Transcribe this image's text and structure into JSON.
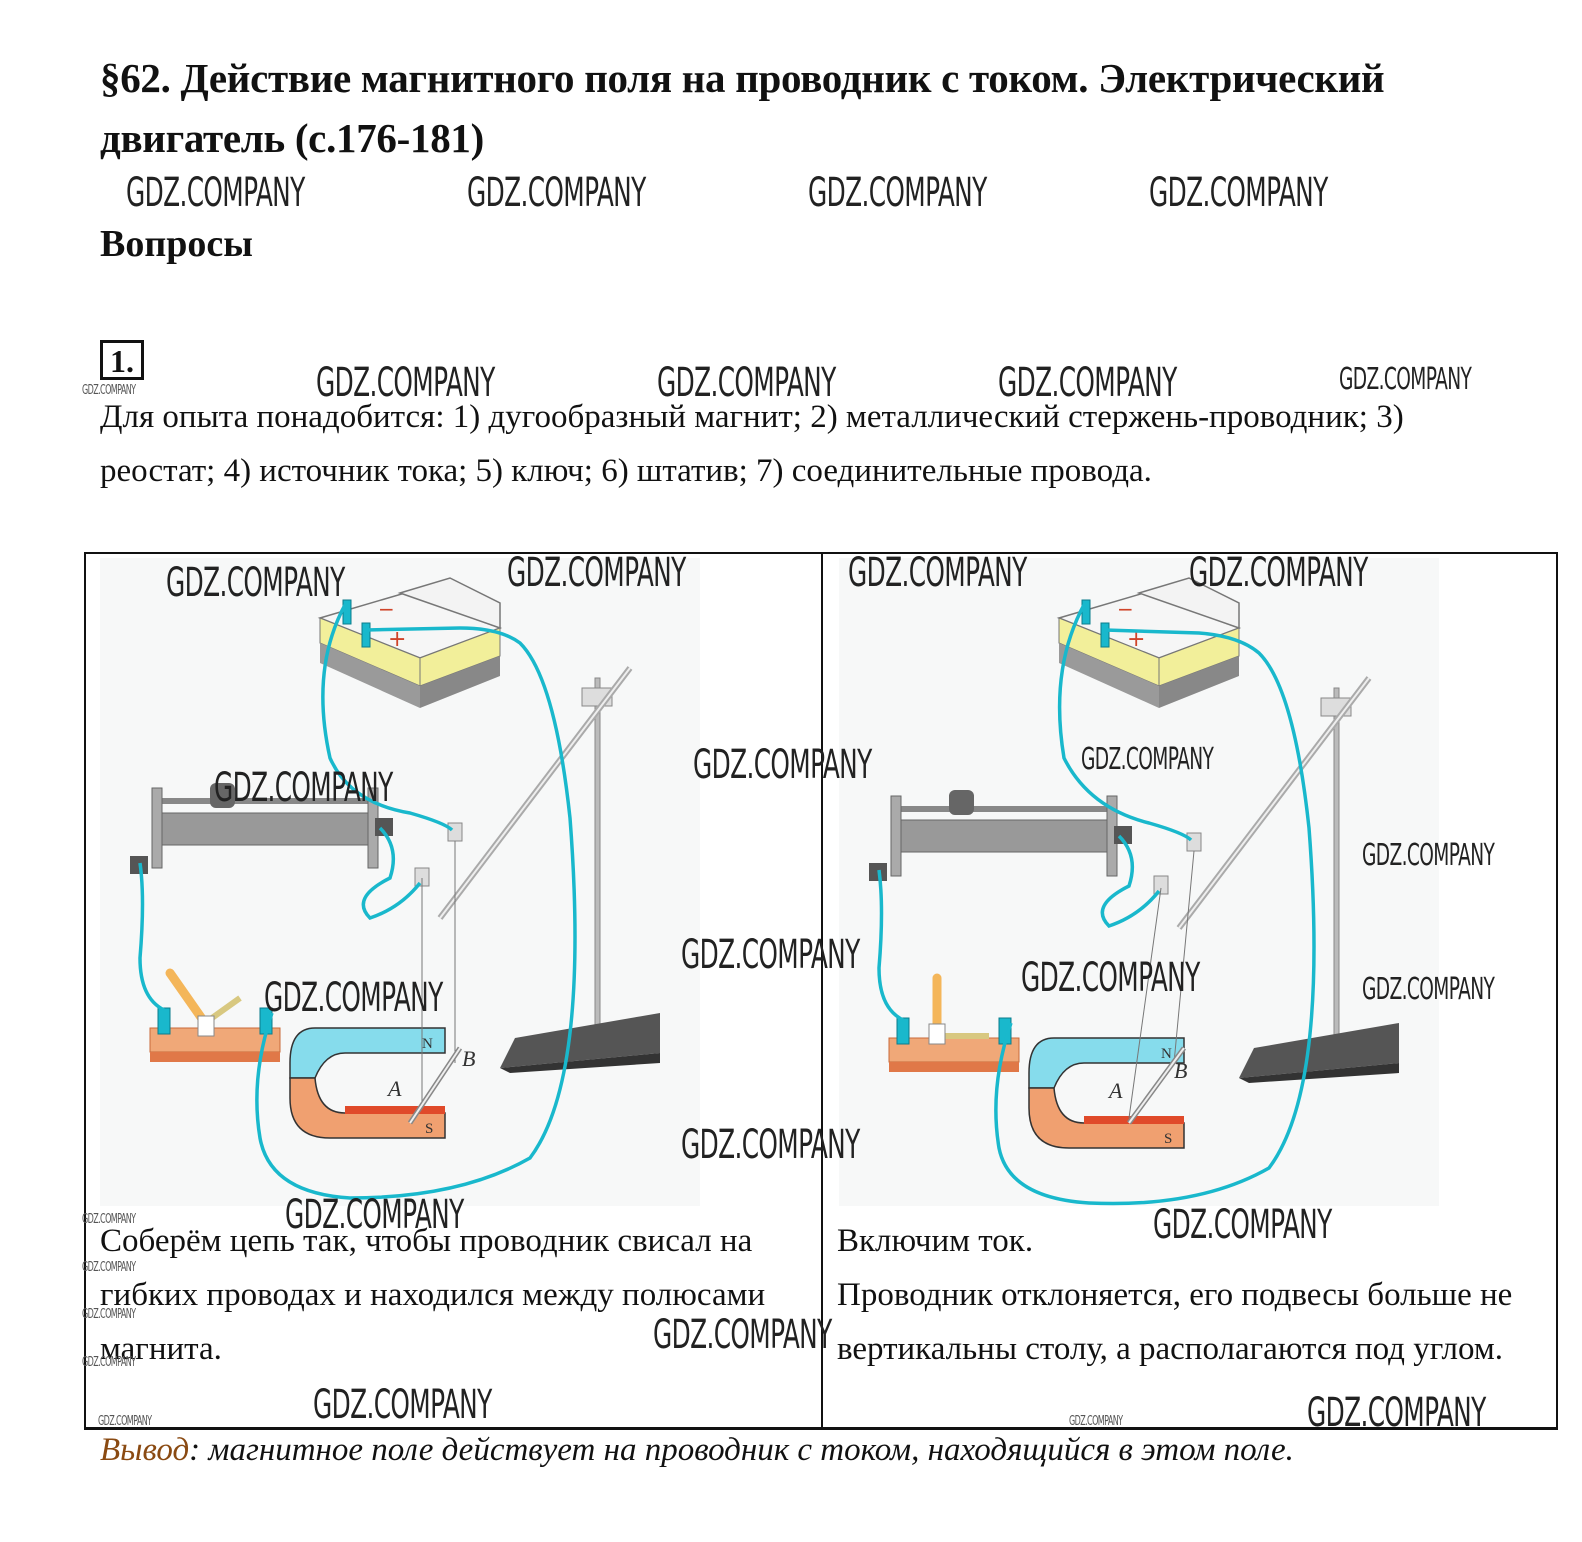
{
  "header": {
    "title": "§62. Действие магнитного поля на проводник с током. Электрический двигатель (с.176-181)",
    "section": "Вопросы"
  },
  "question": {
    "number": "1.",
    "intro": "Для опыта понадобится: 1) дугообразный магнит; 2) металлический стержень-проводник; 3) реостат; 4) источник тока; 5) ключ; 6) штатив; 7) соединительные провода."
  },
  "watermark": "GDZ.COMPANY",
  "panels": [
    {
      "caption": "Соберём цепь так, чтобы проводник свисал на гибких проводах и находился между полюсами магнита.",
      "state": "current off",
      "labels": {
        "north": "N",
        "south": "S",
        "end_a": "A",
        "end_b": "B",
        "minus": "−",
        "plus": "+"
      }
    },
    {
      "caption_line1": "Включим ток.",
      "caption_line2": "Проводник отклоняется, его подвесы больше не вертикальны столу, а располагаются под углом.",
      "state": "current on",
      "labels": {
        "north": "N",
        "south": "S",
        "end_a": "A",
        "end_b": "B",
        "minus": "−",
        "plus": "+"
      }
    }
  ],
  "conclusion": {
    "lead": "Вывод",
    "text": ": магнитное поле действует на проводник с током, находящийся в этом поле."
  },
  "colors": {
    "wire": "#19b8cc",
    "battery_top": "#f2ef9a",
    "battery_base": "#9a9a9a",
    "magnet_north": "#86dcec",
    "magnet_south": "#f0a070",
    "magnet_south_dark": "#e04a2a",
    "key_base": "#f0a878",
    "key_handle": "#f4b65a",
    "conclusion_lead": "#8a4a12"
  }
}
